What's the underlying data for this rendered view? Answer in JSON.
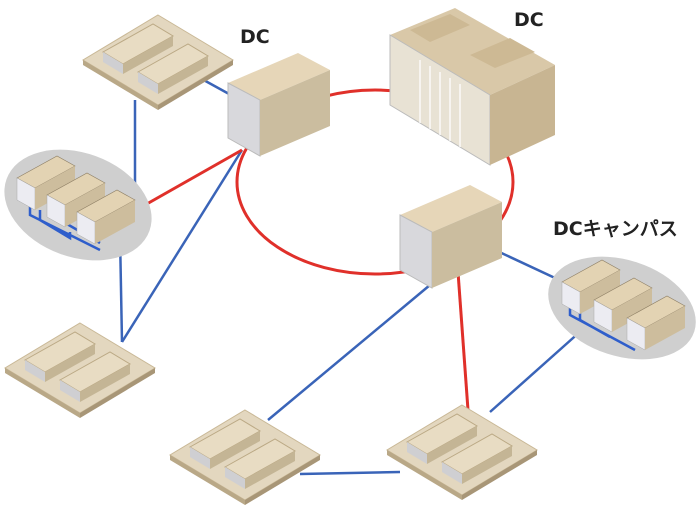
{
  "labels": {
    "dc1": "DC",
    "dc2": "DC",
    "campus": "DCキャンパス"
  },
  "colors": {
    "ring": "#e0302a",
    "link": "#3a64b8",
    "building": "#d9cbb0",
    "campus": "#cfcfcf"
  }
}
